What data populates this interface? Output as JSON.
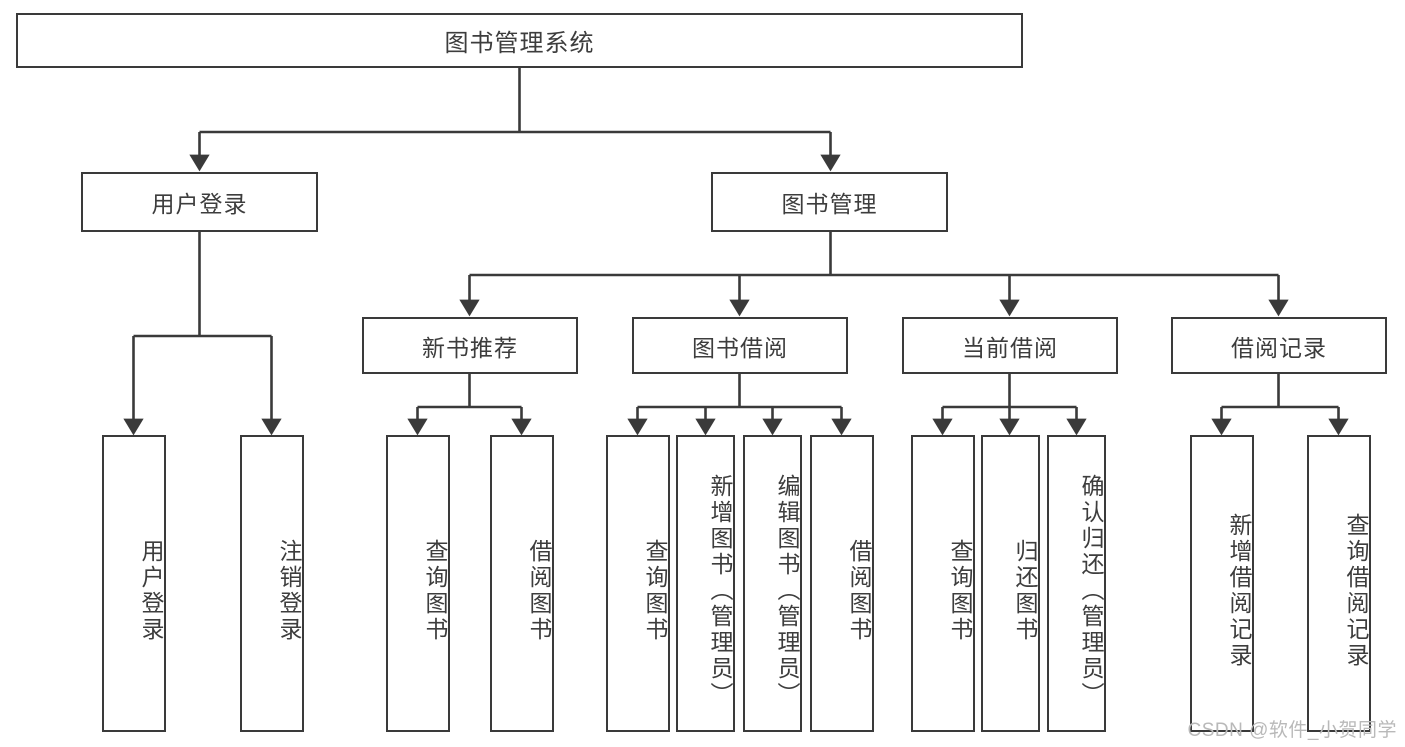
{
  "diagram": {
    "title": "图书管理系统",
    "type": "tree-hierarchy",
    "watermark": "CSDN @软件_小贺同学",
    "stroke_color": "#3a3a3a",
    "fill_color": "#ffffff",
    "text_color": "#3d3d3d",
    "watermark_color": "#b9b9b9"
  },
  "nodes": {
    "root": {
      "label": "图书管理系统"
    },
    "level2": [
      {
        "id": "user-login",
        "label": "用户登录"
      },
      {
        "id": "book-manage",
        "label": "图书管理"
      }
    ],
    "level3": [
      {
        "id": "new-book-recommend",
        "label": "新书推荐"
      },
      {
        "id": "book-borrow",
        "label": "图书借阅"
      },
      {
        "id": "current-borrow",
        "label": "当前借阅"
      },
      {
        "id": "borrow-record",
        "label": "借阅记录"
      }
    ],
    "leaves": {
      "user_login": [
        {
          "id": "leaf-user-login",
          "label": "用户登录"
        },
        {
          "id": "leaf-logout-login",
          "label": "注销登录"
        }
      ],
      "new_book_recommend": [
        {
          "id": "leaf-query-book-1",
          "label": "查询图书"
        },
        {
          "id": "leaf-borrow-book-1",
          "label": "借阅图书"
        }
      ],
      "book_borrow": [
        {
          "id": "leaf-query-book-2",
          "label": "查询图书"
        },
        {
          "id": "leaf-add-book",
          "label": "新增图书（管理员）"
        },
        {
          "id": "leaf-edit-book",
          "label": "编辑图书（管理员）"
        },
        {
          "id": "leaf-borrow-book-2",
          "label": "借阅图书"
        }
      ],
      "current_borrow": [
        {
          "id": "leaf-query-book-3",
          "label": "查询图书"
        },
        {
          "id": "leaf-return-book",
          "label": "归还图书"
        },
        {
          "id": "leaf-confirm-return",
          "label": "确认归还（管理员）"
        }
      ],
      "borrow_record": [
        {
          "id": "leaf-add-record",
          "label": "新增借阅记录"
        },
        {
          "id": "leaf-query-record",
          "label": "查询借阅记录"
        }
      ]
    }
  }
}
